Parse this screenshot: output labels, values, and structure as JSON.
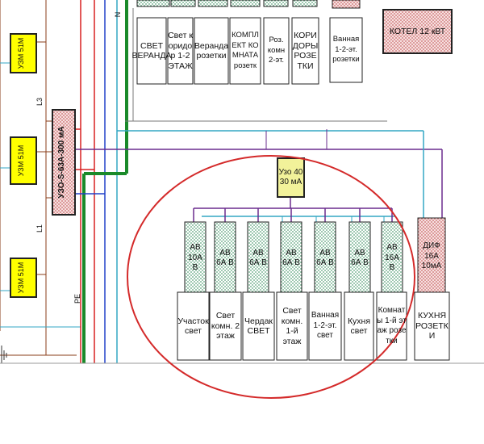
{
  "colors": {
    "uzm_fill": "#ffff00",
    "device_hatch": "#c8ecd8",
    "device_dot": "#5aa37a",
    "rcd_fill": "#f0c8c8",
    "rcd_dot": "#c96a6a",
    "uzo40_fill": "#f2f29a",
    "red_circle": "#d42a2a",
    "wire_purple": "#6a2c8e",
    "wire_cyan": "#33a7c4",
    "wire_green": "#1a8a2a",
    "wire_red": "#d82020",
    "wire_blue": "#2040c8",
    "wire_brown": "#8a3c1a"
  },
  "left_panel": {
    "uzm_units": [
      "УЗМ 51М",
      "УЗМ 51М",
      "УЗМ 51М"
    ],
    "main_rcd": "УЗО-S-63А-300 мА",
    "phase_labels": [
      "L3",
      "L1"
    ],
    "neutral_label": "N",
    "pe_label": "PE"
  },
  "top_row": {
    "labels": [
      "СВЕТ ВЕРАНДА",
      "Свет коридор 1-2 ЭТАЖ",
      "Веранда розетки",
      "КОМПЛЕКТ КОМНАТА розетк",
      "Роз. комн 2-эт.",
      "КОРИДОРЫ РОЗЕТКИ",
      "Ванная 1-2-эт. розетки"
    ],
    "boiler": "КОТЕЛ 12 кВТ"
  },
  "group": {
    "uzo": "Узо 40 30 мА",
    "breakers": [
      "АВ 10А В",
      "АВ 6А В",
      "АВ 6А В",
      "АВ 6А В",
      "АВ 6А В",
      "АВ 6А В",
      "АВ 16А В"
    ],
    "breaker_labels": [
      "Участок свет",
      "Свет комн. 2 этаж",
      "Чердак СВЕТ",
      "Свет комн. 1-й этаж",
      "Ванная 1-2-эт. свет",
      "Кухня свет",
      "Комнаты 1-й этаж розетки"
    ],
    "dif": "ДИФ 16А 10мА",
    "dif_label": "КУХНЯ РОЗЕТКИ"
  }
}
